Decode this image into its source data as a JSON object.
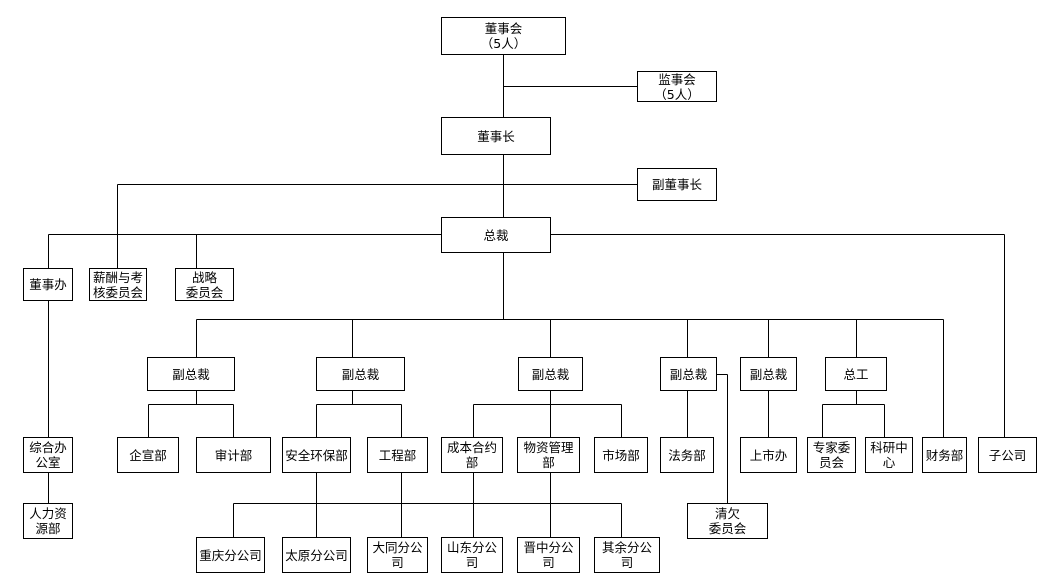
{
  "nodes": {
    "dongshihui": "董事会\n（5人）",
    "jianshihui": "监事会\n（5人）",
    "dongshizhang": "董事长",
    "fudongshizhang": "副董事长",
    "zongcai": "总裁",
    "dongshiban": "董事办",
    "xinchou": "薪酬与考\n核委员会",
    "zhanlue": "战略\n委员会",
    "zonghe": "综合办\n公室",
    "renli": "人力资\n源部",
    "fzc1": "副总裁",
    "fzc2": "副总裁",
    "fzc3": "副总裁",
    "fzc4": "副总裁",
    "fzc5": "副总裁",
    "zonggong": "总工",
    "zigongsi": "子公司",
    "qixuan": "企宣部",
    "shenji": "审计部",
    "anquan": "安全环保部",
    "gongcheng": "工程部",
    "chengben": "成本合约\n部",
    "wuzi": "物资管理\n部",
    "shichang": "市场部",
    "fawu": "法务部",
    "shangshi": "上市办",
    "zhuanjia": "专家委\n员会",
    "keyan": "科研中\n心",
    "caiwu": "财务部",
    "qingqian": "清欠\n委员会",
    "chongqing": "重庆分公司",
    "taiyuan": "太原分公司",
    "datong": "大同分公\n司",
    "shandong": "山东分公\n司",
    "jinzhong": "晋中分公\n司",
    "qiyu": "其余分公\n司"
  }
}
